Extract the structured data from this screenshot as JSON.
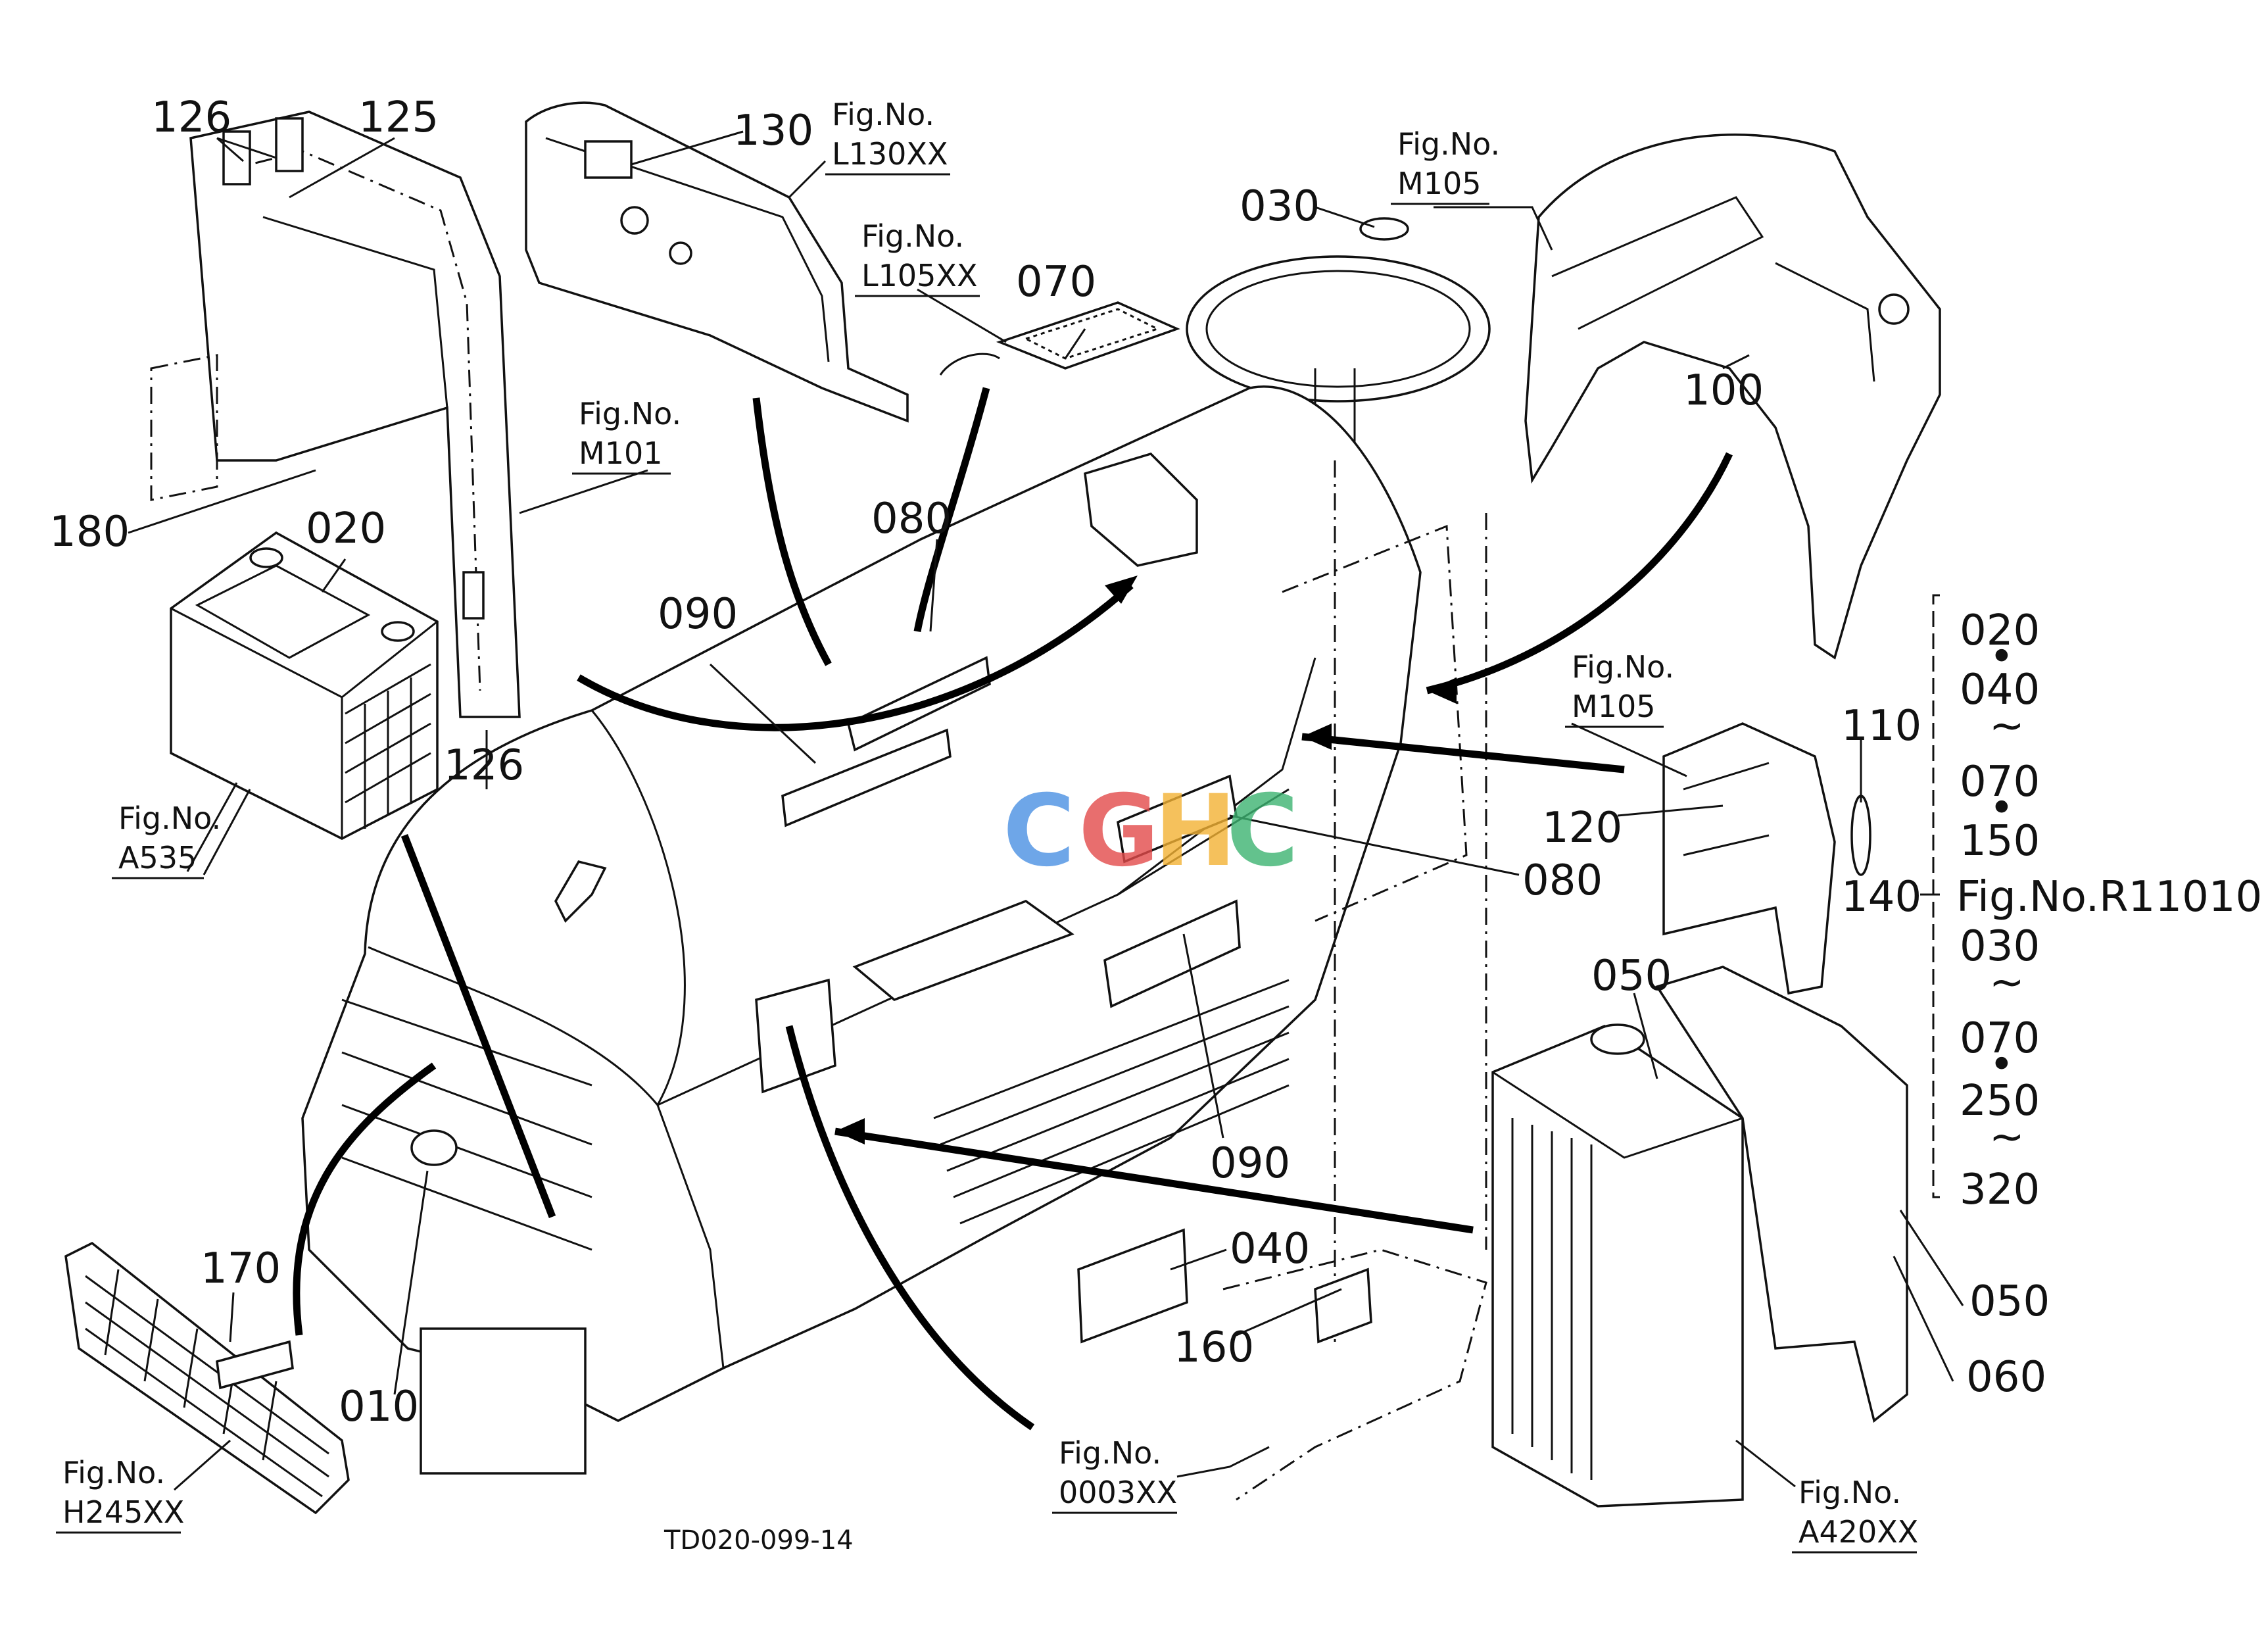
{
  "drawing_code": "TD020-099-14",
  "watermark": {
    "text": "CGHC",
    "colors": [
      "#4a90e2",
      "#e24a4a",
      "#f2b233",
      "#3cb371"
    ]
  },
  "callouts": {
    "c126a": "126",
    "c125": "125",
    "c130": "130",
    "c030": "030",
    "c100": "100",
    "c070": "070",
    "c080a": "080",
    "c180": "180",
    "c020": "020",
    "c090a": "090",
    "c126b": "126",
    "c120": "120",
    "c110": "110",
    "c140": "140",
    "c080b": "080",
    "c050a": "050",
    "c090b": "090",
    "c040": "040",
    "c160": "160",
    "c170": "170",
    "c010": "010",
    "c050b": "050",
    "c060": "060"
  },
  "fig_refs": {
    "l130": {
      "label": "Fig.No.",
      "code": "L130XX"
    },
    "l105": {
      "label": "Fig.No.",
      "code": "L105XX"
    },
    "m105a": {
      "label": "Fig.No.",
      "code": "M105"
    },
    "m101": {
      "label": "Fig.No.",
      "code": "M101"
    },
    "a535": {
      "label": "Fig.No.",
      "code": "A535"
    },
    "m105b": {
      "label": "Fig.No.",
      "code": "M105"
    },
    "h245": {
      "label": "Fig.No.",
      "code": "H245XX"
    },
    "f0003": {
      "label": "Fig.No.",
      "code": "0003XX"
    },
    "a420": {
      "label": "Fig.No.",
      "code": "A420XX"
    }
  },
  "serial_table": {
    "ref": "Fig.No.R11010",
    "rows": [
      "020",
      "•",
      "040",
      "~",
      "070",
      "•",
      "150",
      "030",
      "~",
      "070",
      "•",
      "250",
      "~",
      "320"
    ]
  }
}
